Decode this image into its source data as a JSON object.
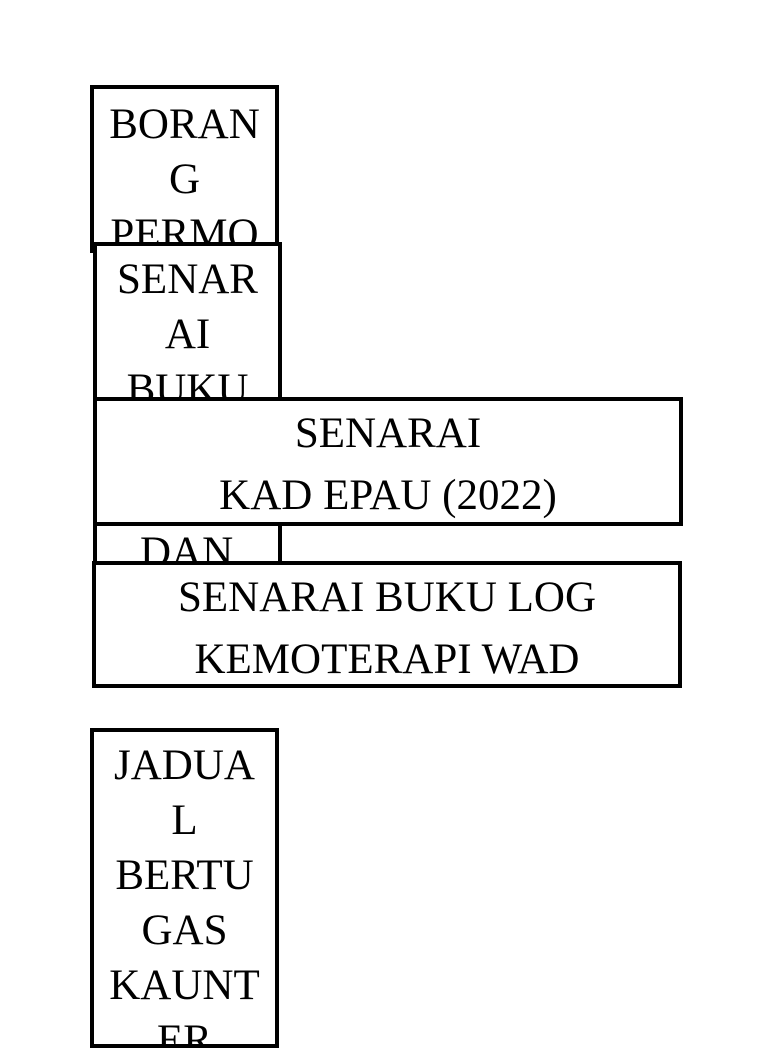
{
  "labels": {
    "borang": [
      "BORAN",
      "G",
      "PERMO"
    ],
    "senarai_buku": [
      "SENAR",
      "AI",
      "BUKU"
    ],
    "kad_epau": [
      "SENARAI",
      "KAD EPAU (2022)"
    ],
    "dan": [
      "DAN"
    ],
    "buku_log": [
      "SENARAI BUKU LOG",
      "KEMOTERAPI WAD"
    ],
    "jadual": [
      "JADUA",
      "L",
      "BERTU",
      "GAS",
      "KAUNT",
      "ER"
    ]
  }
}
